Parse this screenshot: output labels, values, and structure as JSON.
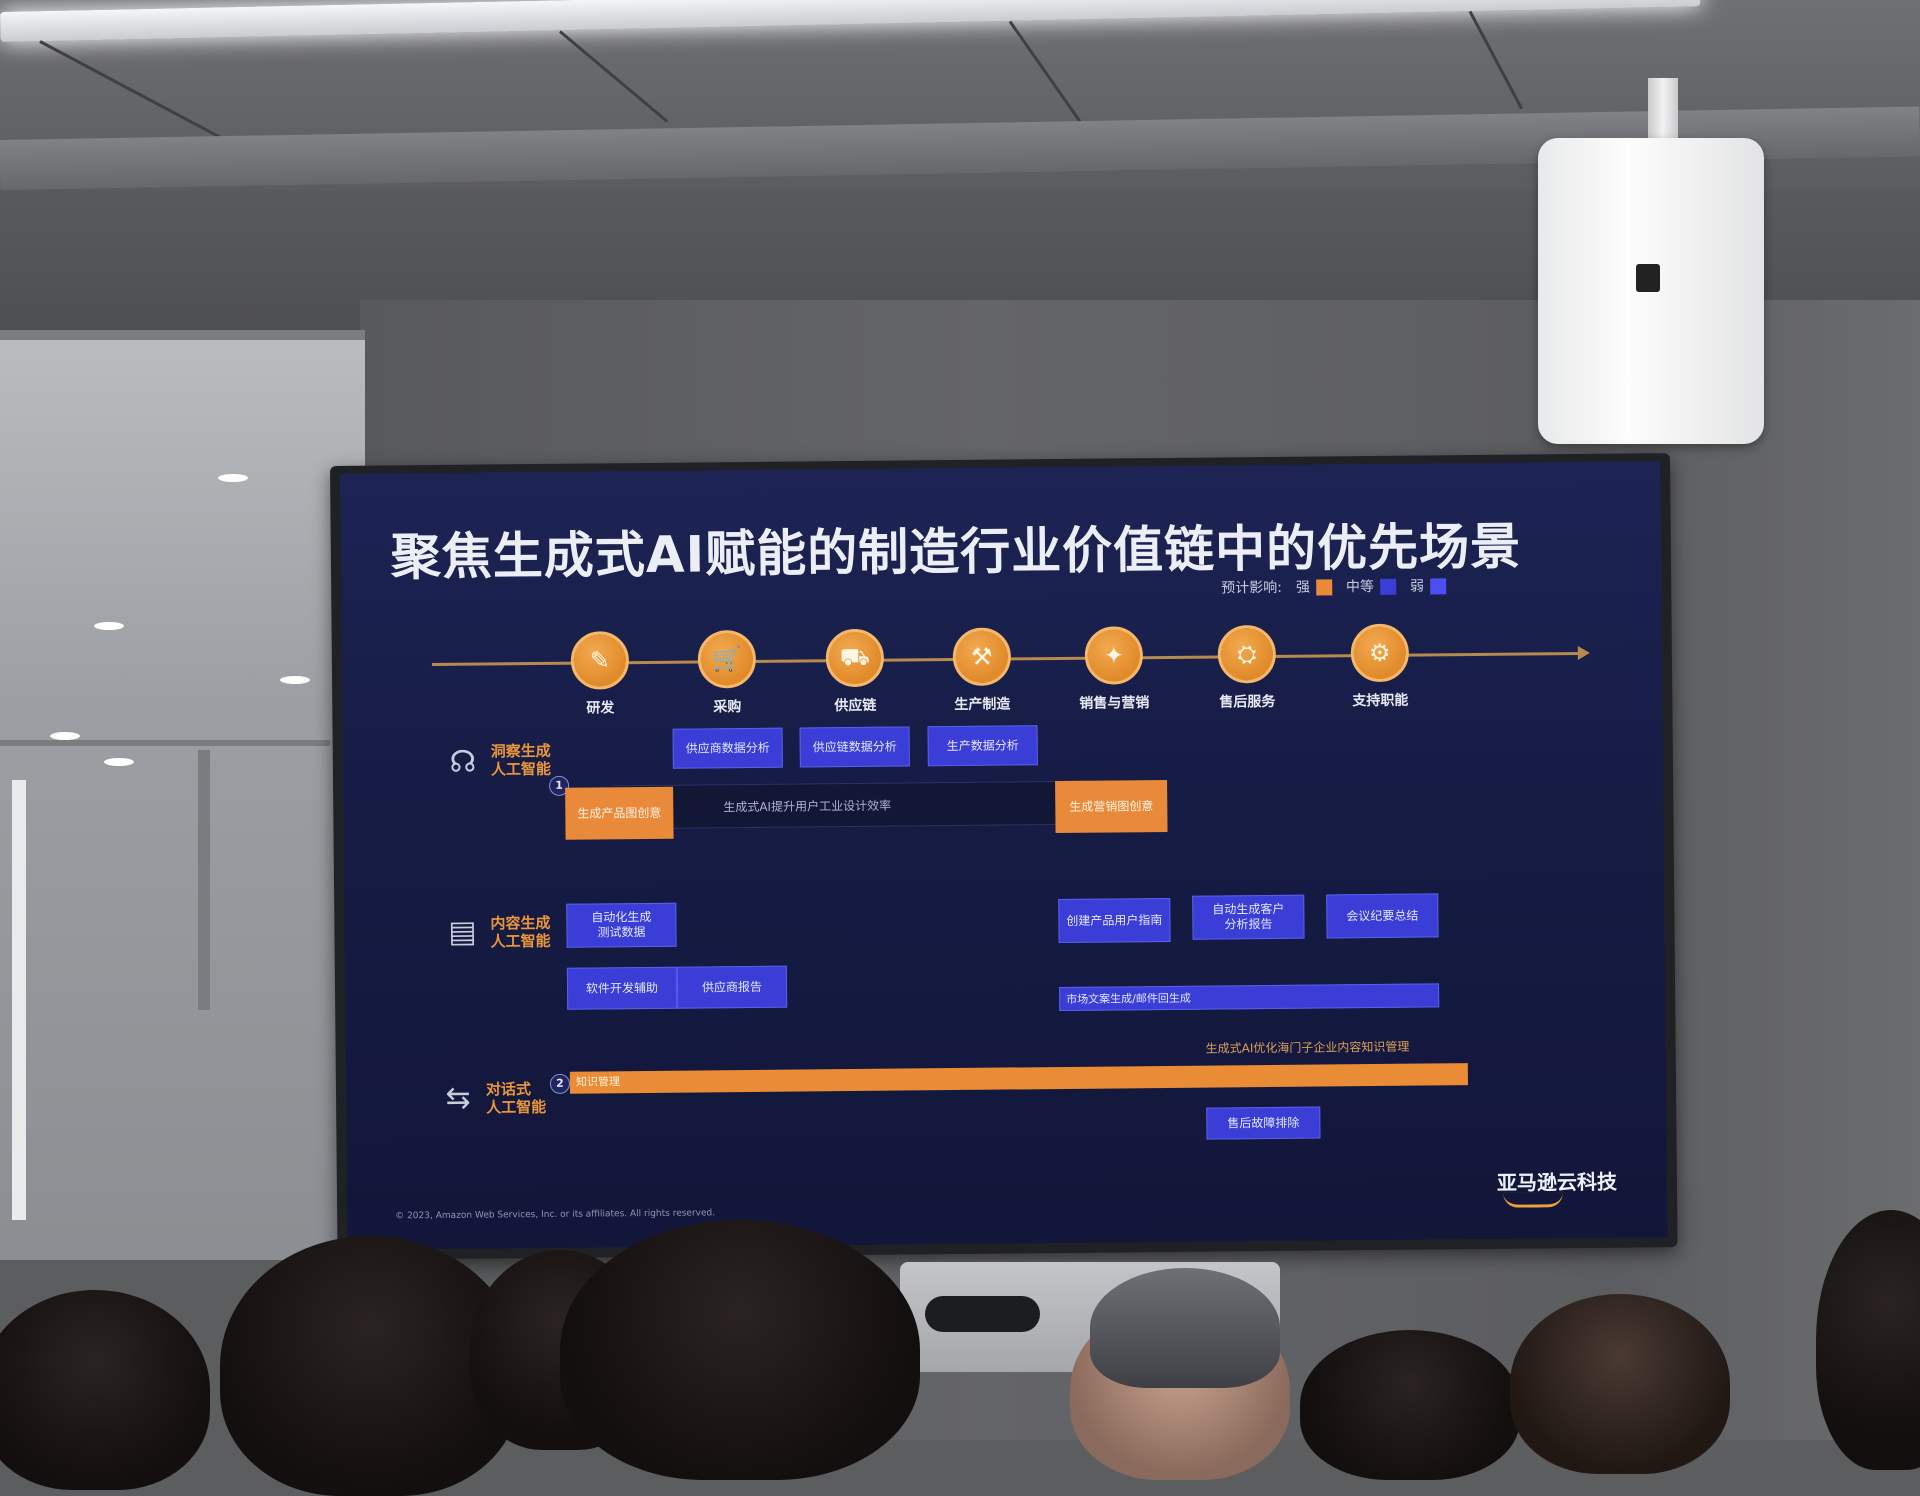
{
  "slide": {
    "title": "聚焦生成式AI赋能的制造行业价值链中的优先场景",
    "legend": {
      "label": "预计影响:",
      "items": [
        {
          "name": "强",
          "color": "#e9893a"
        },
        {
          "name": "中等",
          "color": "#3a3ed6"
        },
        {
          "name": "弱",
          "color": "#4b4ff0"
        }
      ]
    },
    "stages": [
      {
        "label": "研发",
        "icon": "wrench-hand-icon",
        "glyph": "✎"
      },
      {
        "label": "采购",
        "icon": "shopping-cart-icon",
        "glyph": "🛒"
      },
      {
        "label": "供应链",
        "icon": "supply-chain-icon",
        "glyph": "⛟"
      },
      {
        "label": "生产制造",
        "icon": "factory-icon",
        "glyph": "⚒"
      },
      {
        "label": "销售与营销",
        "icon": "price-tag-icon",
        "glyph": "✦"
      },
      {
        "label": "售后服务",
        "icon": "service-truck-icon",
        "glyph": "⛭"
      },
      {
        "label": "支持职能",
        "icon": "gear-icon",
        "glyph": "⚙"
      }
    ],
    "rows": [
      {
        "label": "洞察生成\n人工智能",
        "icon": "brain-head-icon",
        "glyph": "☊"
      },
      {
        "label": "内容生成\n人工智能",
        "icon": "document-icon",
        "glyph": "▤"
      },
      {
        "label": "对话式\n人工智能",
        "icon": "exchange-arrows-icon",
        "glyph": "⇆"
      }
    ],
    "insight_boxes": [
      "供应商数据分析",
      "供应链数据分析",
      "生产数据分析"
    ],
    "orange_boxes": [
      "生成产品图创意",
      "生成营销图创意"
    ],
    "band_text": "生成式AI提升用户工业设计效率",
    "numbers": [
      "1",
      "2"
    ],
    "content_boxes": [
      "自动化生成\n测试数据",
      "软件开发辅助",
      "供应商报告",
      "创建产品用户指南",
      "自动生成客户\n分析报告",
      "会议纪要总结"
    ],
    "market_bar": "市场文案生成/邮件回生成",
    "knowledge_bar": "知识管理",
    "knowledge_note": "生成式AI优化海门子企业内容知识管理",
    "aftersales_box": "售后故障排除",
    "copyright": "© 2023, Amazon Web Services, Inc. or its affiliates. All rights reserved.",
    "brand": "亚马逊云科技"
  }
}
